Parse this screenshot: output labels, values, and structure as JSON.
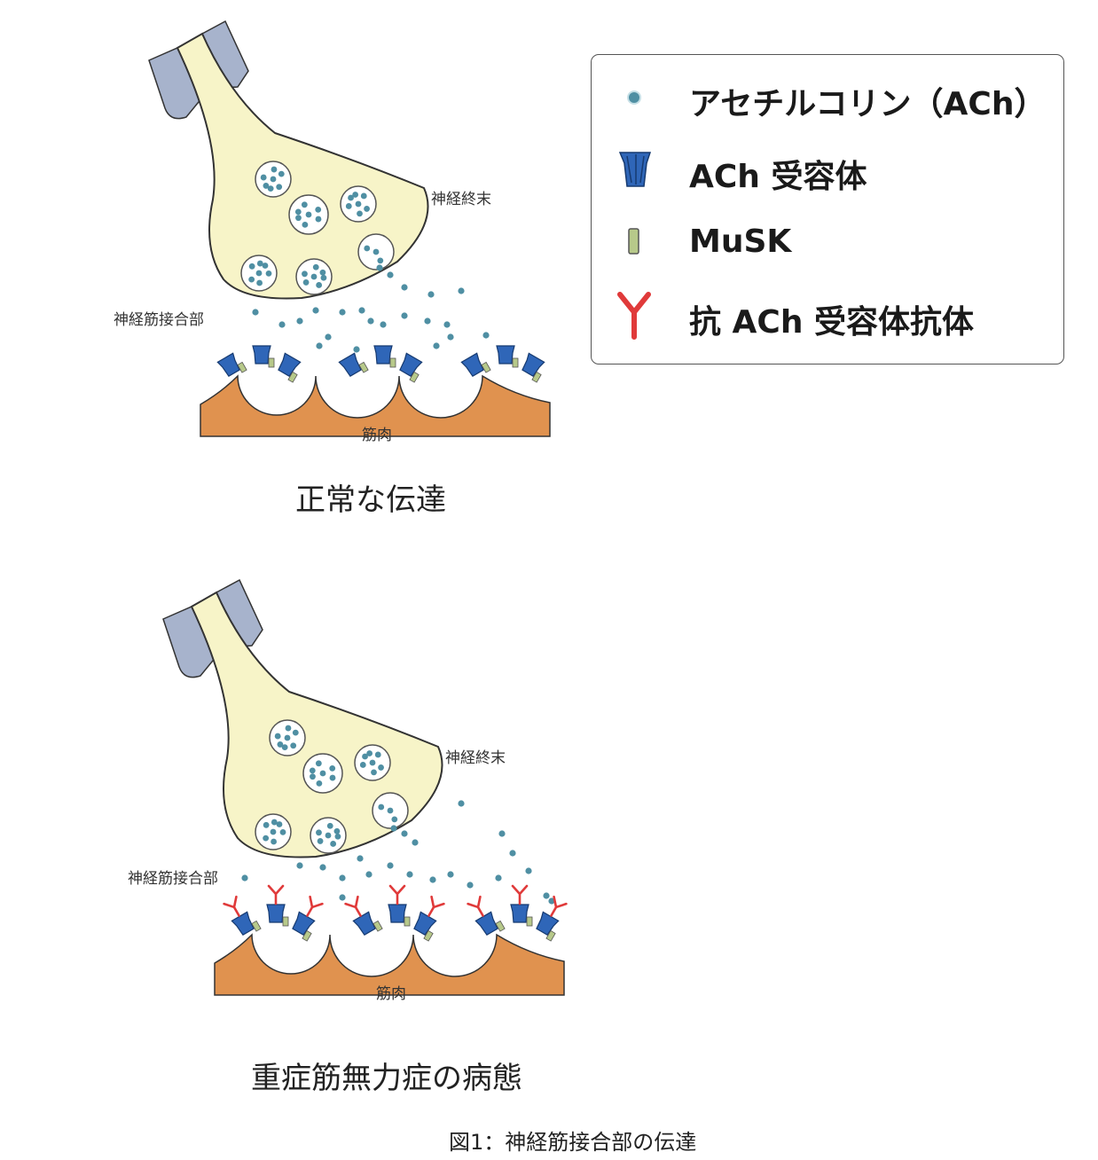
{
  "panels": [
    {
      "terminal_label": "神経終末",
      "junction_label": "神経筋接合部",
      "muscle_label": "筋肉",
      "caption": "正常な伝達",
      "antibodies": false
    },
    {
      "terminal_label": "神経終末",
      "junction_label": "神経筋接合部",
      "muscle_label": "筋肉",
      "caption": "重症筋無力症の病態",
      "antibodies": true
    }
  ],
  "legend": {
    "items": [
      {
        "icon": "ach-dot-icon",
        "label": "アセチルコリン（ACh）"
      },
      {
        "icon": "ach-receptor-icon",
        "label": "ACh 受容体"
      },
      {
        "icon": "musk-icon",
        "label": "MuSK"
      },
      {
        "icon": "antibody-icon",
        "label": "抗 ACh 受容体抗体"
      }
    ]
  },
  "figure_caption": "図1：神経筋接合部の伝達",
  "colors": {
    "terminal_fill": "#f7f4c8",
    "axon_sheath": "#a7b3cc",
    "muscle": "#e0924f",
    "ach": "#4f8fa3",
    "receptor": "#2f66b8",
    "musk": "#b7c98a",
    "antibody": "#e03a3a"
  }
}
